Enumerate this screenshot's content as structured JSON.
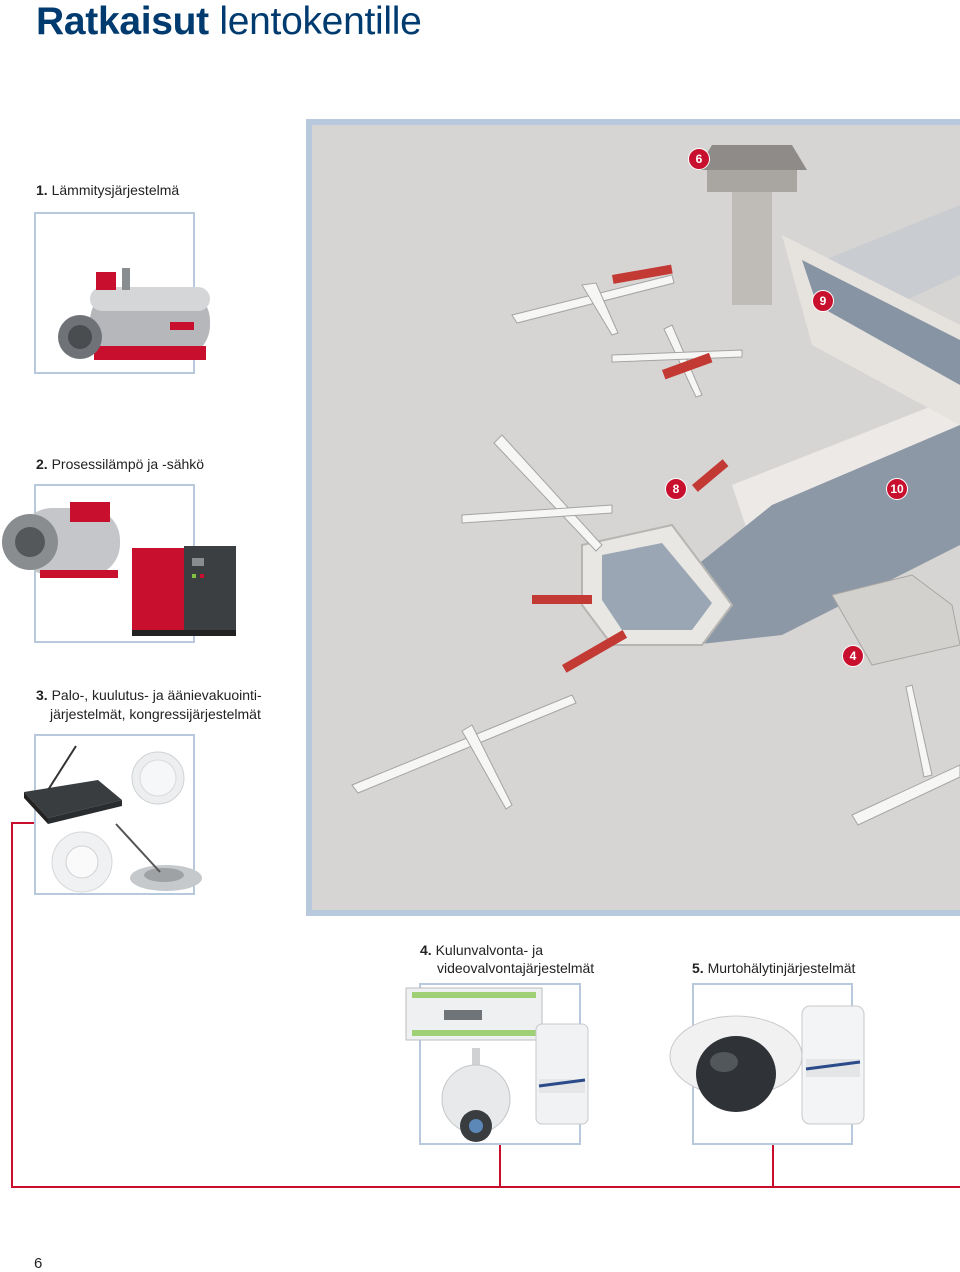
{
  "title": {
    "bold": "Ratkaisut",
    "rest": "lentokentille"
  },
  "sections": [
    {
      "num": "1.",
      "text": "Lämmitysjärjestelmä"
    },
    {
      "num": "2.",
      "text": "Prosessilämpö ja -sähkö"
    },
    {
      "num": "3.",
      "text": "Palo-, kuulutus- ja äänievakuointi-",
      "text2": "järjestelmät, kongressijärjestelmät"
    },
    {
      "num": "4.",
      "text": "Kulunvalvonta- ja",
      "text2": "videovalvontajärjestelmät"
    },
    {
      "num": "5.",
      "text": "Murtohälytinjärjestelmät"
    }
  ],
  "badges": [
    "6",
    "9",
    "8",
    "10",
    "4"
  ],
  "page_number": "6",
  "colors": {
    "brand_blue": "#003b6f",
    "accent_red": "#c8102e",
    "frame": "#b9c9dd"
  }
}
